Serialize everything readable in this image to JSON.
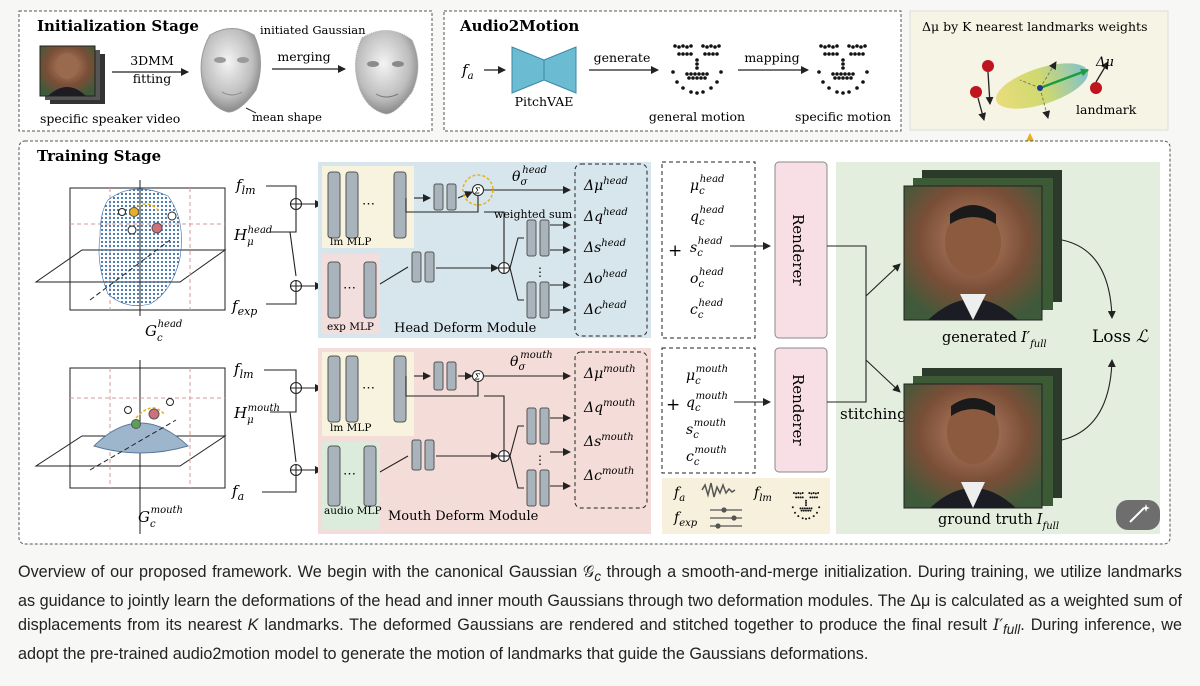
{
  "init": {
    "title": "Initialization Stage",
    "video_label": "specific speaker video",
    "fitting_l1": "3DMM",
    "fitting_l2": "fitting",
    "merging": "merging",
    "initiated": "initiated  Gaussian",
    "mean_shape": "mean shape"
  },
  "a2m": {
    "title": "Audio2Motion",
    "fa": "f",
    "fa_sub": "a",
    "pitchvae": "PitchVAE",
    "generate": "generate",
    "mapping": "mapping",
    "general": "general motion",
    "specific": "specific motion"
  },
  "knn": {
    "title": "Δμ by K nearest landmarks weights",
    "dmu": "Δμ",
    "landmark": "landmark"
  },
  "train": {
    "title": "Training Stage",
    "head": {
      "f_lm": "f",
      "f_lm_sub": "lm",
      "H": "H",
      "H_sup": "head",
      "H_sub": "μ",
      "f_exp": "f",
      "f_exp_sub": "exp",
      "lm_mlp": "lm MLP",
      "exp_mlp": "exp MLP",
      "module": "Head Deform Module",
      "theta": "θ",
      "theta_sup": "head",
      "theta_sub": "σ",
      "weighted_sum": "weighted sum",
      "deltas": [
        {
          "sym": "Δμ",
          "sup": "head"
        },
        {
          "sym": "Δq",
          "sup": "head"
        },
        {
          "sym": "Δs",
          "sup": "head"
        },
        {
          "sym": "Δo",
          "sup": "head"
        },
        {
          "sym": "Δc",
          "sup": "head"
        }
      ],
      "canon": [
        {
          "sym": "μ",
          "sub": "c",
          "sup": "head"
        },
        {
          "sym": "q",
          "sub": "c",
          "sup": "head"
        },
        {
          "sym": "s",
          "sub": "c",
          "sup": "head"
        },
        {
          "sym": "o",
          "sub": "c",
          "sup": "head"
        },
        {
          "sym": "c",
          "sub": "c",
          "sup": "head"
        }
      ],
      "G": "G",
      "G_sub": "c",
      "G_sup": "head"
    },
    "mouth": {
      "f_lm": "f",
      "f_lm_sub": "lm",
      "H": "H",
      "H_sup": "mouth",
      "H_sub": "μ",
      "f_a": "f",
      "f_a_sub": "a",
      "lm_mlp": "lm MLP",
      "audio_mlp": "audio MLP",
      "module": "Mouth Deform Module",
      "theta": "θ",
      "theta_sup": "mouth",
      "theta_sub": "σ",
      "deltas": [
        {
          "sym": "Δμ",
          "sup": "mouth"
        },
        {
          "sym": "Δq",
          "sup": "mouth"
        },
        {
          "sym": "Δs",
          "sup": "mouth"
        },
        {
          "sym": "Δc",
          "sup": "mouth"
        }
      ],
      "canon": [
        {
          "sym": "μ",
          "sub": "c",
          "sup": "mouth"
        },
        {
          "sym": "q",
          "sub": "c",
          "sup": "mouth"
        },
        {
          "sym": "s",
          "sub": "c",
          "sup": "mouth"
        },
        {
          "sym": "c",
          "sub": "c",
          "sup": "mouth"
        }
      ],
      "G": "G",
      "G_sub": "c",
      "G_sup": "mouth"
    },
    "plus": "+",
    "renderer": "Renderer",
    "stitching": "stitching",
    "generated": "generated",
    "generated_sym": "I′",
    "generated_sub": "full",
    "ground_truth": "ground truth",
    "gt_sym": "I",
    "gt_sub": "full",
    "loss": "Loss",
    "loss_sym": "ℒ",
    "legend": {
      "fa": "f",
      "fa_sub": "a",
      "flm": "f",
      "flm_sub": "lm",
      "fexp": "f",
      "fexp_sub": "exp"
    }
  },
  "colors": {
    "lm_mlp_bg": "#f7f3de",
    "exp_mlp_bg": "#f3dede",
    "head_module_bg": "#d7e6ec",
    "mouth_module_bg": "#f4dcd8",
    "audio_mlp_bg": "#dcecdc",
    "renderer_bg": "#f8dfe6",
    "output_bg": "#e3eedf",
    "knn_bg": "#f6f4e4",
    "pitchvae": "#6bbbd3",
    "gold_dash": "#e8b020"
  },
  "caption": [
    "Overview of our proposed framework. We begin with the canonical Gaussian 𝒢",
    "c",
    " through a smooth-and-merge initialization. During training, we utilize landmarks as guidance to jointly learn the deformations of the head and inner mouth Gaussians through two deformation modules. The Δμ is calculated as a weighted sum of displacements from its nearest ",
    "K",
    " landmarks. The deformed Gaussians are rendered and stitched together to produce the final result ",
    "I′",
    "full",
    ". During inference, we adopt the pre-trained audio2motion model to generate the motion of landmarks that guide the Gaussians deformations."
  ]
}
